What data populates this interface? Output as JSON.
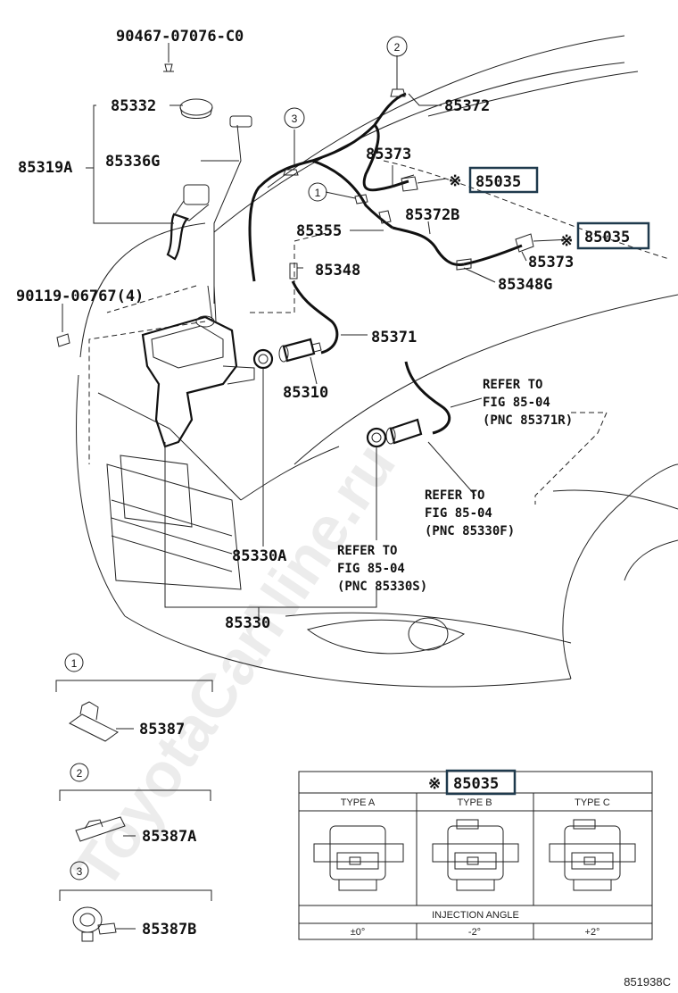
{
  "watermark": "ToyotaCarNine.ru",
  "labels": {
    "p90467": "90467-07076-C0",
    "p85332": "85332",
    "p85336G": "85336G",
    "p85319A": "85319A",
    "p90119": "90119-06767(4)",
    "p85372": "85372",
    "p85373a": "85373",
    "p85035a": "85035",
    "p85355": "85355",
    "p85372B": "85372B",
    "p85035b": "85035",
    "p85373b": "85373",
    "p85348": "85348",
    "p85348G": "85348G",
    "p85371": "85371",
    "p85310": "85310",
    "p85330A": "85330A",
    "p85330": "85330",
    "p85387": "85387",
    "p85387A": "85387A",
    "p85387B": "85387B",
    "diagram_code": "851938C",
    "mark": "※",
    "circle1": "1",
    "circle2": "2",
    "circle3": "3"
  },
  "refs": {
    "r1": [
      "REFER TO",
      "FIG 85-04",
      "(PNC 85371R)"
    ],
    "r2": [
      "REFER TO",
      "FIG 85-04",
      "(PNC 85330F)"
    ],
    "r3": [
      "REFER TO",
      "FIG 85-04",
      "(PNC 85330S)"
    ]
  },
  "table": {
    "title": "85035",
    "types": [
      "TYPE A",
      "TYPE B",
      "TYPE C"
    ],
    "row_label": "INJECTION ANGLE",
    "angles": [
      "±0°",
      "-2°",
      "+2°"
    ]
  },
  "colors": {
    "highlight": "#1f3a4d",
    "line": "#111111"
  }
}
